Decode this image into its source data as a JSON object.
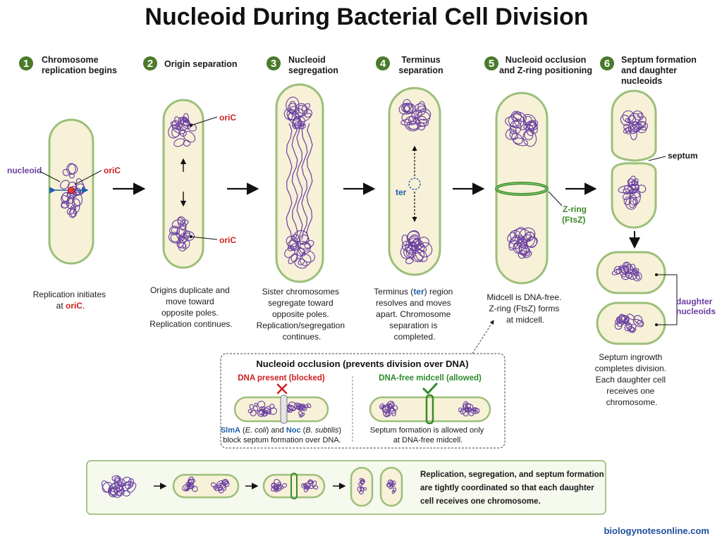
{
  "title": "Nucleoid During Bacterial Cell Division",
  "steps": [
    {
      "num": "1",
      "title": [
        "Chromosome",
        "replication begins"
      ],
      "caption": [
        "Replication initiates",
        "at |oriC|."
      ]
    },
    {
      "num": "2",
      "title": [
        "Origin separation"
      ],
      "caption": [
        "Origins duplicate and",
        "move toward",
        "opposite poles.",
        "Replication continues."
      ]
    },
    {
      "num": "3",
      "title": [
        "Nucleoid",
        "segregation"
      ],
      "caption": [
        "Sister chromosomes",
        "segregate toward",
        "opposite poles.",
        "Replication/segregation",
        "continues."
      ]
    },
    {
      "num": "4",
      "title": [
        "Terminus",
        "separation"
      ],
      "caption": [
        "Terminus (|ter|) region",
        "resolves and moves",
        "apart. Chromosome",
        "separation is",
        "completed."
      ]
    },
    {
      "num": "5",
      "title": [
        "Nucleoid occlusion",
        "and Z-ring positioning"
      ],
      "caption": [
        "Midcell is DNA-free.",
        "Z-ring (FtsZ) forms",
        "at midcell."
      ]
    },
    {
      "num": "6",
      "title": [
        "Septum formation",
        "and daughter",
        "nucleoids"
      ],
      "caption": [
        "Septum ingrowth",
        "completes division.",
        "Each daughter cell",
        "receives one",
        "chromosome."
      ]
    }
  ],
  "labels": {
    "nucleoid": "nucleoid",
    "oriC": "oriC",
    "ter": "ter",
    "z_ring": [
      "Z-ring",
      "(FtsZ)"
    ],
    "septum": "septum",
    "daughter_nucleoids": [
      "daughter",
      "nucleoids"
    ]
  },
  "occlusion_box": {
    "title": "Nucleoid occlusion (prevents division over DNA)",
    "blocked_label": "DNA present (blocked)",
    "allowed_label": "DNA-free midcell (allowed)",
    "blocked_caption": [
      "|SlmA| (|E. coli|) and |Noc| (|B. subtilis|)",
      "block septum formation over DNA."
    ],
    "allowed_caption": [
      "Septum formation is allowed only",
      "at DNA-free midcell."
    ]
  },
  "summary": {
    "text": [
      "Replication, segregation, and septum formation",
      "are tightly coordinated so that each daughter",
      "cell receives one chromosome."
    ]
  },
  "watermark": "biologynotesonline.com",
  "colors": {
    "step_badge": "#4a7a2c",
    "cell_fill": "#f7f1d8",
    "cell_border": "#9cbf7a",
    "dna": "#6a3fa0",
    "oric_red": "#cc1f1f",
    "ter_blue": "#1f5fa8",
    "zring_green": "#3a8a2a",
    "blocked_red": "#cc1f1f",
    "allowed_green": "#2e8a2e",
    "purple_label": "#6a3fa0",
    "watermark_blue": "#1f4fa0"
  }
}
